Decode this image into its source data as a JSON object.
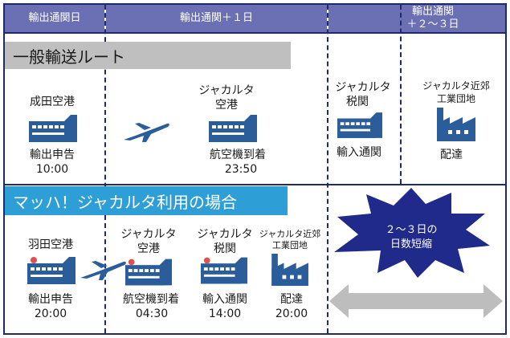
{
  "header": {
    "col1": "輸出通関日",
    "col2": "輸出通関＋１日",
    "col3_line1": "輸出通関",
    "col3_line2": "＋２～３日"
  },
  "general_route": {
    "banner": "一般輸送ルート",
    "origin_airport": "成田空港",
    "origin_event": "輸出申告",
    "origin_time": "10:00",
    "dest_airport_line1": "ジャカルタ",
    "dest_airport_line2": "空港",
    "dest_event": "航空機到着",
    "dest_time": "23:50",
    "customs_line1": "ジャカルタ",
    "customs_line2": "税関",
    "customs_event": "輸入通関",
    "industrial_line1": "ジャカルタ近郊",
    "industrial_line2": "工業団地",
    "industrial_event": "配達"
  },
  "mach_route": {
    "banner": "マッハ！ジャカルタ利用の場合",
    "origin_airport": "羽田空港",
    "origin_event": "輸出申告",
    "origin_time": "20:00",
    "dest_airport_line1": "ジャカルタ",
    "dest_airport_line2": "空港",
    "dest_event": "航空機到着",
    "dest_time": "04:30",
    "customs_line1": "ジャカルタ",
    "customs_line2": "税関",
    "customs_event": "輸入通関",
    "customs_time": "14:00",
    "industrial_line1": "ジャカルタ近郊",
    "industrial_line2": "工業団地",
    "industrial_event": "配達",
    "industrial_time": "20:00"
  },
  "burst": {
    "line1": "２～３日の",
    "line2": "日数短縮"
  },
  "colors": {
    "header_bg": "#6b6fb3",
    "dark_navy": "#1f2a6b",
    "icon_blue": "#2a5d9a",
    "banner_blue": "#2e9ed6",
    "banner_gray": "#bfbfbf",
    "arrow_gray": "#bdbdbd"
  }
}
